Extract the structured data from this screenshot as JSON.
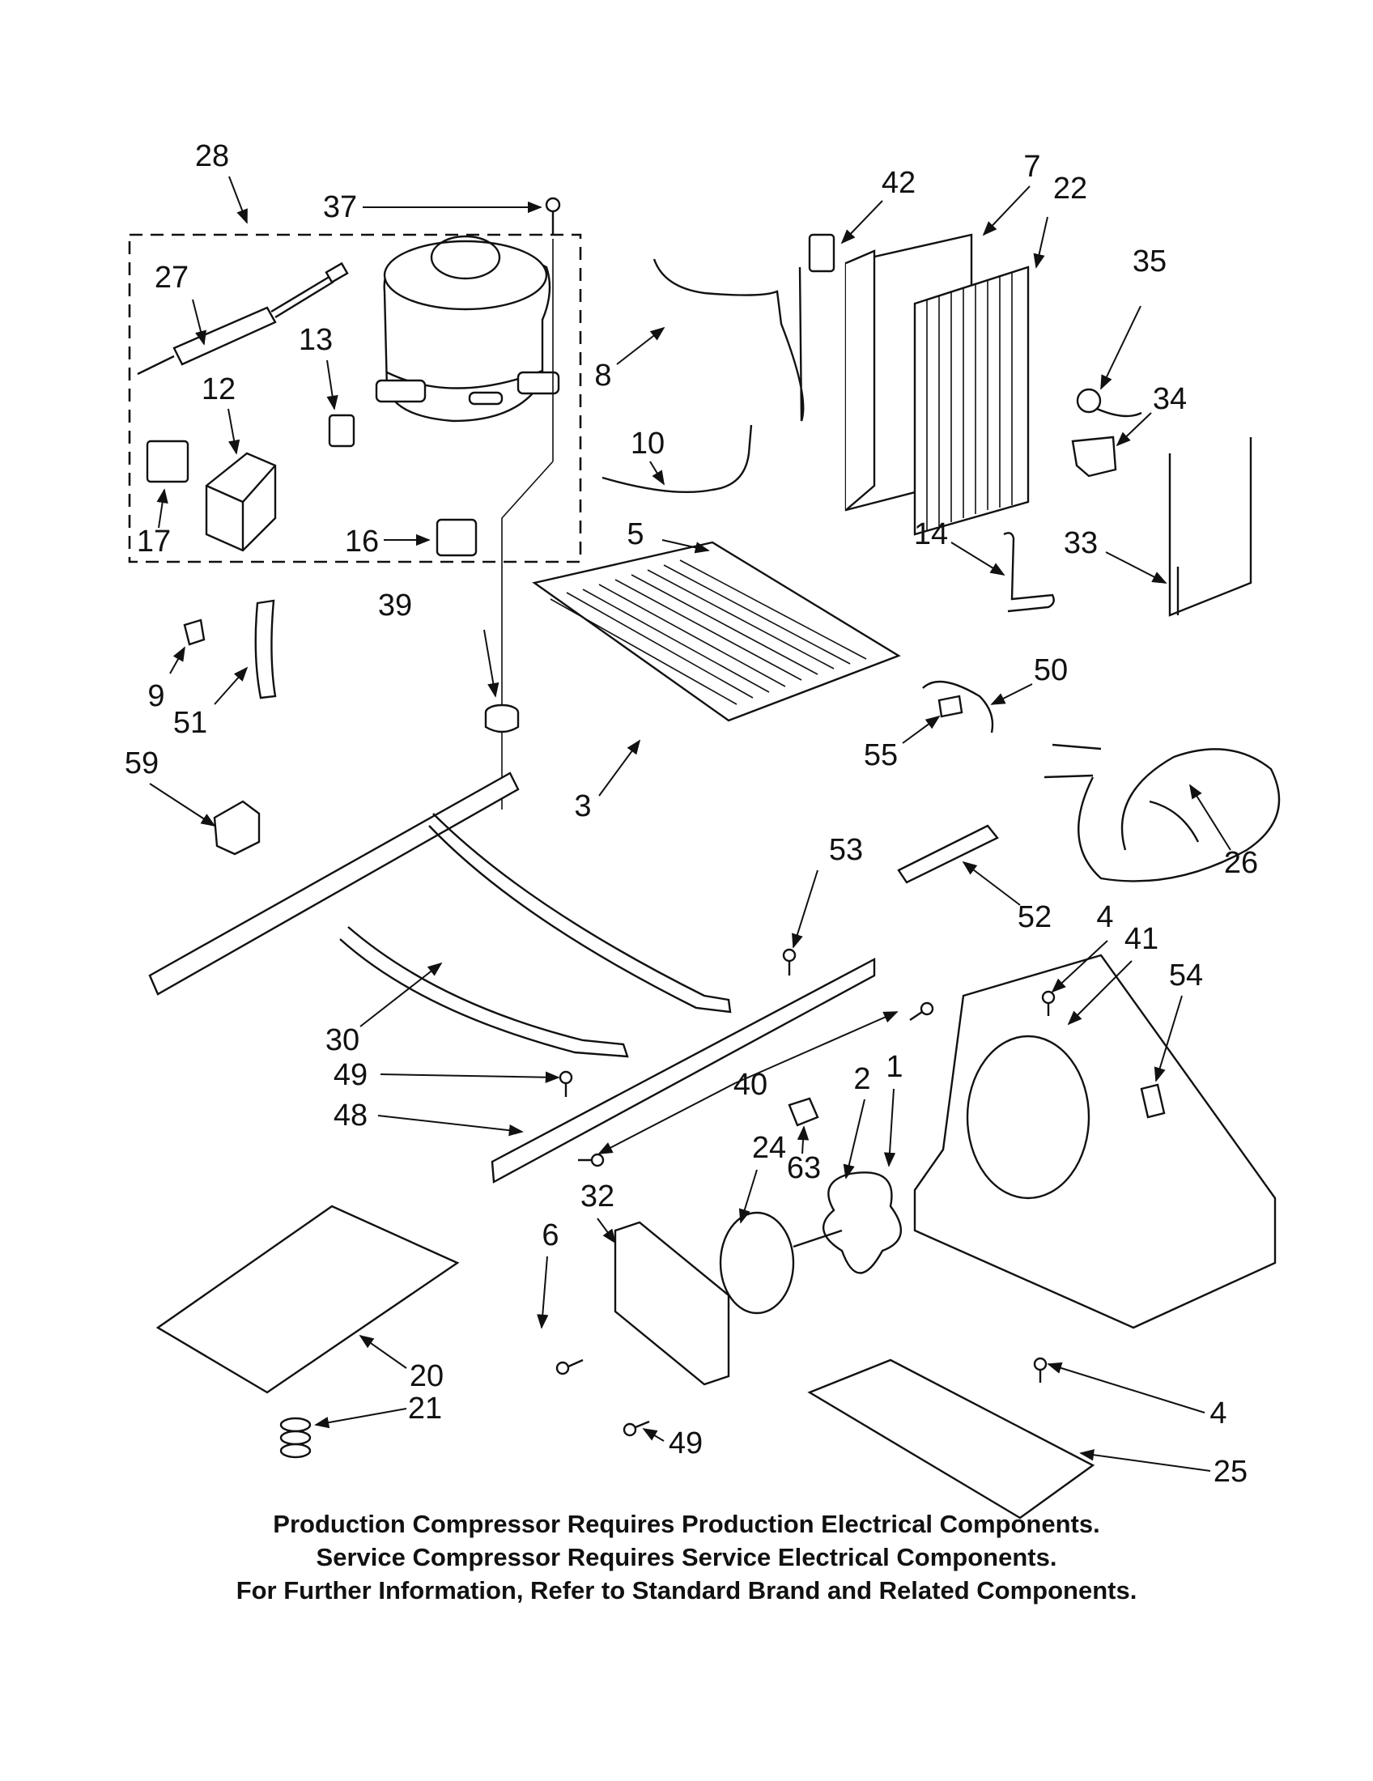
{
  "callouts": [
    {
      "number": "28"
    },
    {
      "number": "37"
    },
    {
      "number": "27"
    },
    {
      "number": "13"
    },
    {
      "number": "12"
    },
    {
      "number": "17"
    },
    {
      "number": "16"
    },
    {
      "number": "42"
    },
    {
      "number": "7"
    },
    {
      "number": "22"
    },
    {
      "number": "35"
    },
    {
      "number": "8"
    },
    {
      "number": "34"
    },
    {
      "number": "10"
    },
    {
      "number": "5"
    },
    {
      "number": "14"
    },
    {
      "number": "33"
    },
    {
      "number": "39"
    },
    {
      "number": "9"
    },
    {
      "number": "51"
    },
    {
      "number": "50"
    },
    {
      "number": "59"
    },
    {
      "number": "55"
    },
    {
      "number": "3"
    },
    {
      "number": "26"
    },
    {
      "number": "53"
    },
    {
      "number": "52"
    },
    {
      "number": "4"
    },
    {
      "number": "41"
    },
    {
      "number": "54"
    },
    {
      "number": "30"
    },
    {
      "number": "49"
    },
    {
      "number": "40"
    },
    {
      "number": "2"
    },
    {
      "number": "1"
    },
    {
      "number": "48"
    },
    {
      "number": "24"
    },
    {
      "number": "63"
    },
    {
      "number": "32"
    },
    {
      "number": "6"
    },
    {
      "number": "20"
    },
    {
      "number": "21"
    },
    {
      "number": "4"
    },
    {
      "number": "49"
    },
    {
      "number": "25"
    }
  ],
  "notes": [
    "Production Compressor Requires Production Electrical Components.",
    "Service Compressor Requires Service Electrical Components.",
    "For Further Information, Refer to Standard Brand and Related Components."
  ]
}
